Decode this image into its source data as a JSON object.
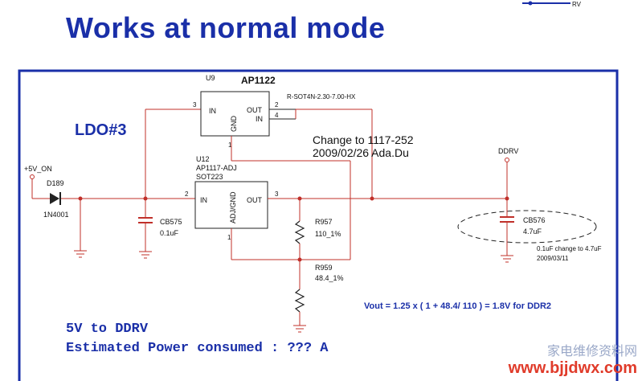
{
  "title": "Works at  normal mode",
  "top_label": "RV",
  "ldo_label": "LDO#3",
  "u9": {
    "ref": "U9",
    "part": "AP1122",
    "package": "R-SOT4N-2.30-7.00-HX",
    "pin_in": "IN",
    "pin_gnd": "GND",
    "pin_out": "OUT",
    "pin_in2": "IN",
    "pin3": "3",
    "pin2": "2",
    "pin4": "4",
    "pin1": "1"
  },
  "u12": {
    "ref": "U12",
    "part": "AP1117-ADJ",
    "package": "SOT223",
    "pin_in": "IN",
    "pin_adj": "ADJ/GND",
    "pin_out": "OUT",
    "pin2": "2",
    "pin3": "3",
    "pin1": "1"
  },
  "change_note": {
    "line1": "Change to  1117-252",
    "line2": "2009/02/26 Ada.Du"
  },
  "rail_in": "+5V_ON",
  "d189": {
    "ref": "D189",
    "part": "1N4001"
  },
  "cb575": {
    "ref": "CB575",
    "value": "0.1uF"
  },
  "r957": {
    "ref": "R957",
    "value": "110_1%"
  },
  "r959": {
    "ref": "R959",
    "value": "48.4_1%"
  },
  "ddrv": "DDRV",
  "cb576": {
    "ref": "CB576",
    "value": "4.7uF",
    "note1": "0.1uF change to 4.7uF",
    "note2": "2009/03/11"
  },
  "formula": "Vout = 1.25 x ( 1 + 48.4/ 110 ) = 1.8V for DDR2",
  "bottom_line1": "5V to DDRV",
  "bottom_line2": "Estimated Power consumed : ??? A",
  "watermark_cn": "家电维修资料网",
  "watermark_url": "www.bjjdwx.com"
}
